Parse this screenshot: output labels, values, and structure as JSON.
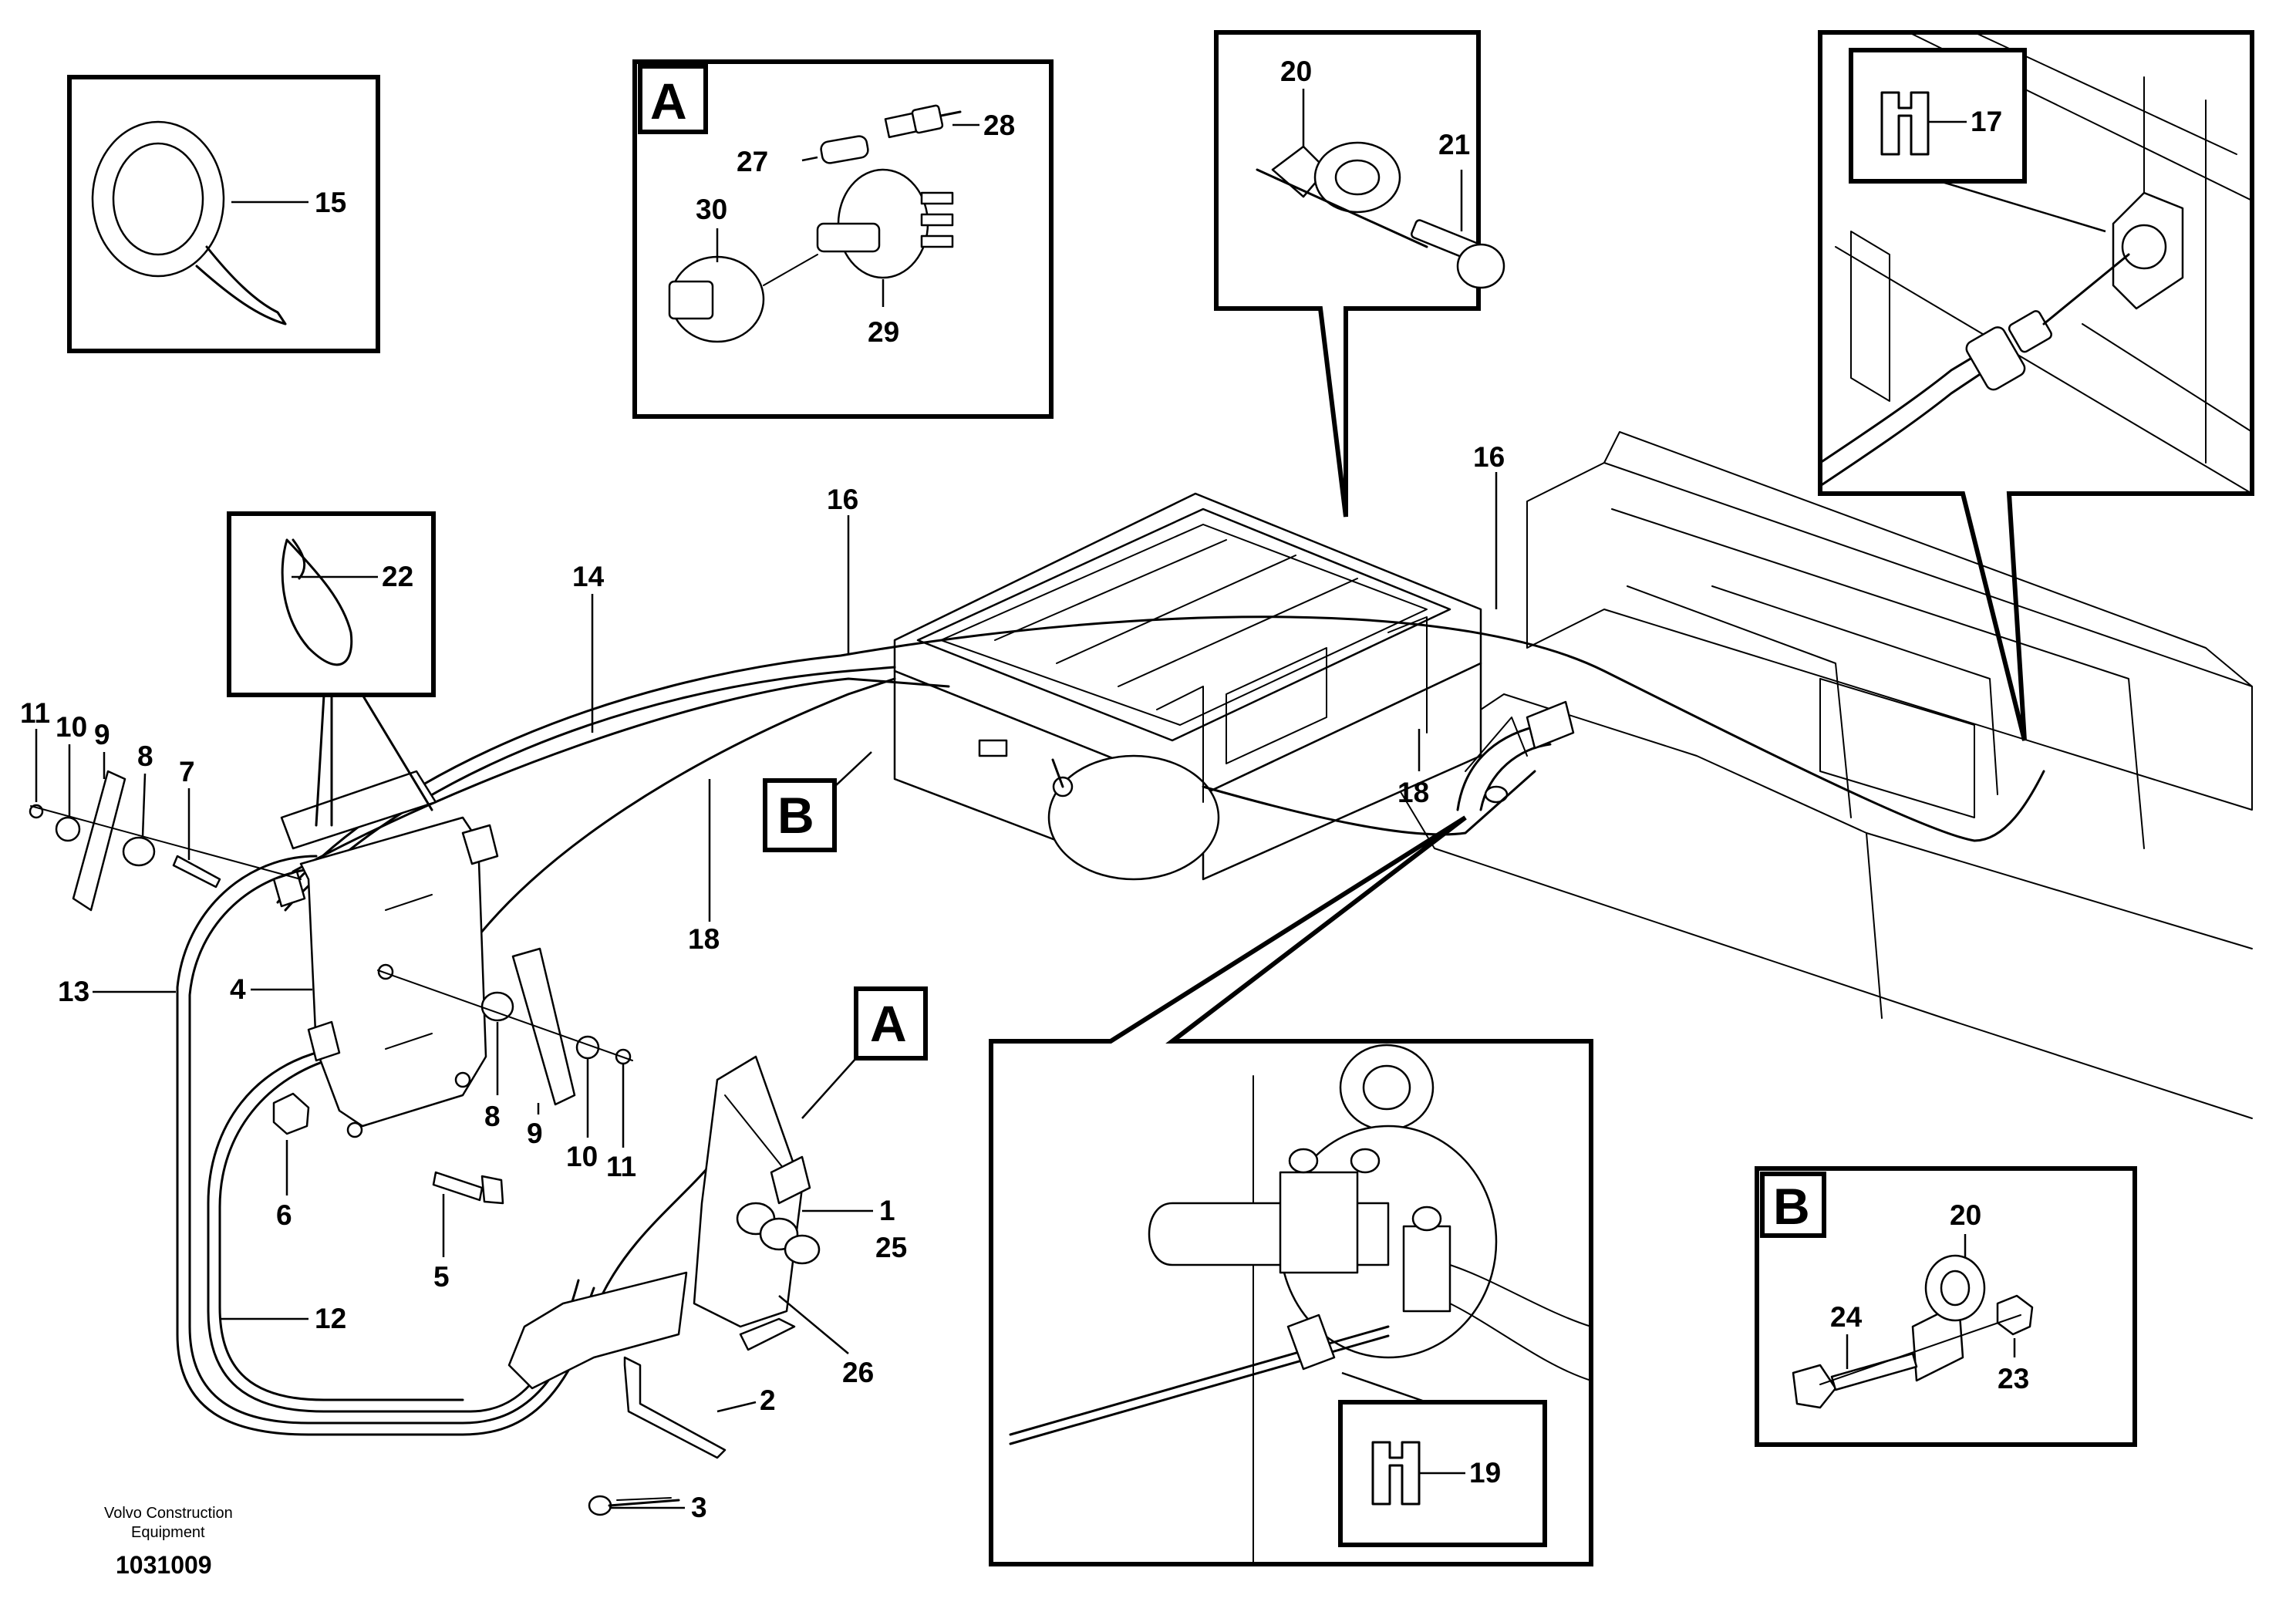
{
  "footer": {
    "publisher_line1": "Volvo Construction",
    "publisher_line2": "Equipment",
    "illustration_number": "1031009"
  },
  "detail_letters": {
    "a": "A",
    "b": "B"
  },
  "callouts": {
    "n1": "1",
    "n2": "2",
    "n3": "3",
    "n4": "4",
    "n5": "5",
    "n6": "6",
    "n7": "7",
    "n8": "8",
    "n9": "9",
    "n10": "10",
    "n11": "11",
    "n12": "12",
    "n13": "13",
    "n14": "14",
    "n15": "15",
    "n16": "16",
    "n17": "17",
    "n18": "18",
    "n19": "19",
    "n20": "20",
    "n21": "21",
    "n22": "22",
    "n23": "23",
    "n24": "24",
    "n25": "25",
    "n26": "26",
    "n27": "27",
    "n28": "28",
    "n29": "29",
    "n30": "30"
  }
}
